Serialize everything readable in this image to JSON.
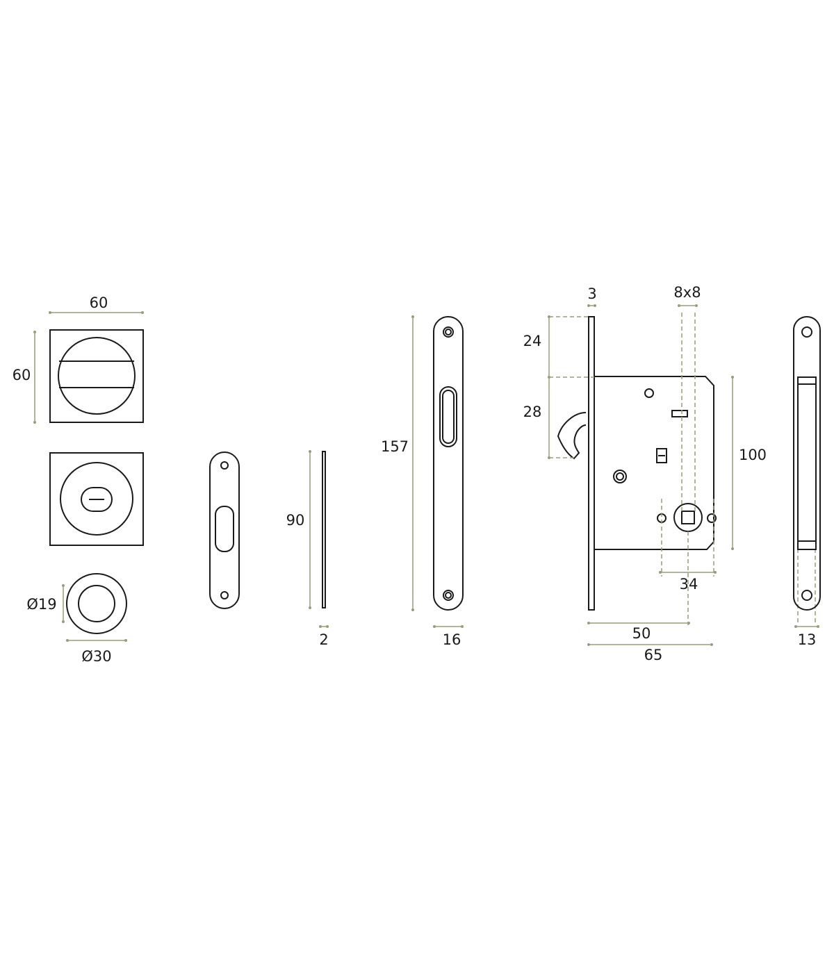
{
  "colors": {
    "outline": "#1a1a1a",
    "dimension": "#9a9c7c",
    "background": "#ffffff"
  },
  "dimensions": {
    "square_width": "60",
    "square_height": "60",
    "inner_diameter": "Ø19",
    "outer_diameter": "Ø30",
    "strike_plate_height": "90",
    "strike_plate_thickness": "2",
    "faceplate_height": "157",
    "faceplate_width": "16",
    "faceplate_thickness": "3",
    "spindle_size": "8x8",
    "top_offset": "24",
    "hook_height": "28",
    "case_height": "100",
    "hole_spacing": "34",
    "backset": "50",
    "total_depth": "65",
    "end_plate_width": "13"
  }
}
